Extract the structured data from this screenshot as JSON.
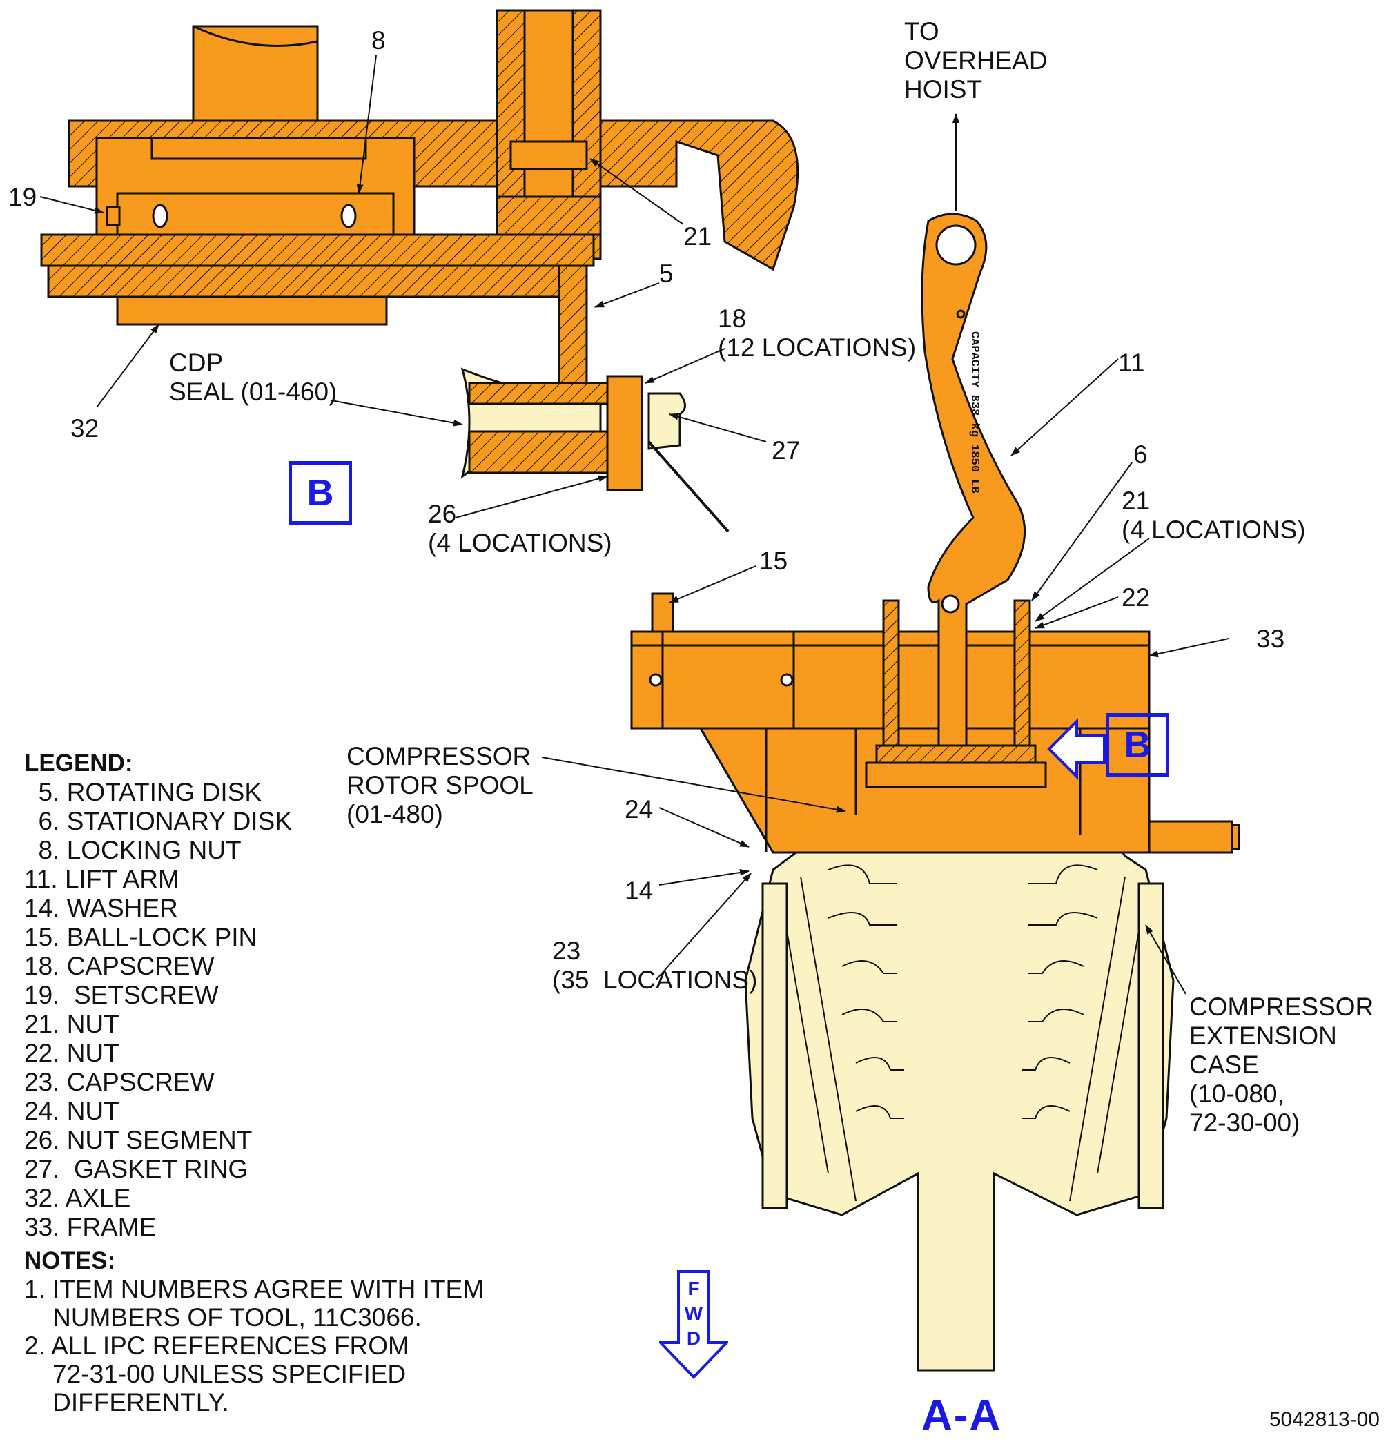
{
  "colors": {
    "tool_orange": "#f79a1e",
    "engine_cream": "#fbf3c4",
    "view_blue": "#1a1ae6",
    "line_black": "#111111"
  },
  "callouts": {
    "c8": "8",
    "c19": "19",
    "c21a": "21",
    "c5": "5",
    "c18": "18\n(12 LOCATIONS)",
    "c11": "11",
    "cdp_seal": "CDP\nSEAL (01-460)",
    "c27": "27",
    "c32": "32",
    "c26": "26\n(4 LOCATIONS)",
    "c6": "6",
    "c21b": "21\n(4 LOCATIONS)",
    "c15": "15",
    "c22": "22",
    "c33": "33",
    "rotor_spool": "COMPRESSOR\nROTOR SPOOL\n(01-480)",
    "c24": "24",
    "c14": "14",
    "c23": "23\n(35  LOCATIONS)",
    "ext_case": "COMPRESSOR\nEXTENSION\nCASE\n(10-080,\n72-30-00)",
    "hoist": "TO\nOVERHEAD\nHOIST",
    "capacity": "CAPACITY  838 kg  1850 LB"
  },
  "view_marker": "B",
  "section_label": "A-A",
  "fwd_label": [
    "F",
    "W",
    "D"
  ],
  "drawing_number": "5042813-00",
  "legend": {
    "title": "LEGEND:",
    "items": [
      "  5. ROTATING DISK",
      "  6. STATIONARY DISK",
      "  8. LOCKING NUT",
      "11. LIFT ARM",
      "14. WASHER",
      "15. BALL-LOCK PIN",
      "18. CAPSCREW",
      "19.  SETSCREW",
      "21. NUT",
      "22. NUT",
      "23. CAPSCREW",
      "24. NUT",
      "26. NUT SEGMENT",
      "27.  GASKET RING",
      "32. AXLE",
      "33. FRAME"
    ]
  },
  "notes": {
    "title": "NOTES:",
    "items": [
      "1. ITEM NUMBERS AGREE WITH ITEM",
      "    NUMBERS OF TOOL, 11C3066.",
      "2. ALL IPC REFERENCES FROM",
      "    72-31-00 UNLESS SPECIFIED",
      "    DIFFERENTLY."
    ]
  }
}
